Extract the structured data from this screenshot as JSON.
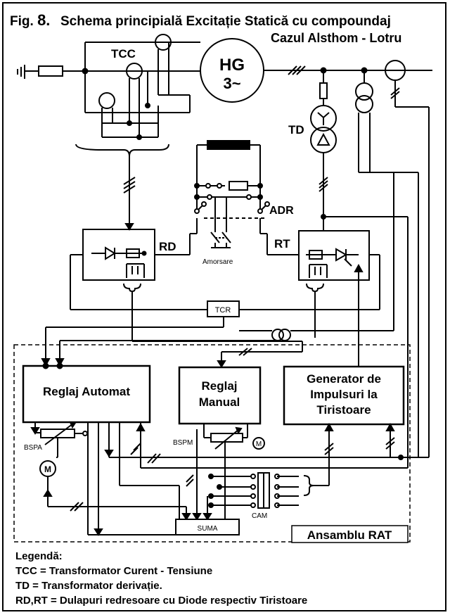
{
  "title": {
    "fig_prefix": "Fig.",
    "fig_number": "8.",
    "main": "Schema principială Excitație Statică cu compoundaj",
    "sub": "Cazul Alsthom - Lotru"
  },
  "labels": {
    "tcc": "TCC",
    "hg_line1": "HG",
    "hg_line2": "3~",
    "td": "TD",
    "adr": "ADR",
    "rd": "RD",
    "rt": "RT",
    "amorsare": "Amorsare",
    "tcr": "TCR",
    "bspa": "BSPA",
    "bspm": "BSPM",
    "cam": "CAM",
    "suma": "SUMA",
    "motor_symbol": "M",
    "ansamblu": "Ansamblu RAT"
  },
  "blocks": {
    "reglaj_automat": "Reglaj Automat",
    "reglaj_manual_1": "Reglaj",
    "reglaj_manual_2": "Manual",
    "generator_1": "Generator de",
    "generator_2": "Impulsuri la",
    "generator_3": "Tiristoare"
  },
  "legend": {
    "heading": "Legendă:",
    "items": [
      "TCC = Transformator Curent - Tensiune",
      "TD = Transformator derivație.",
      "RD,RT = Dulapuri redresoare cu Diode respectiv Tiristoare"
    ]
  }
}
